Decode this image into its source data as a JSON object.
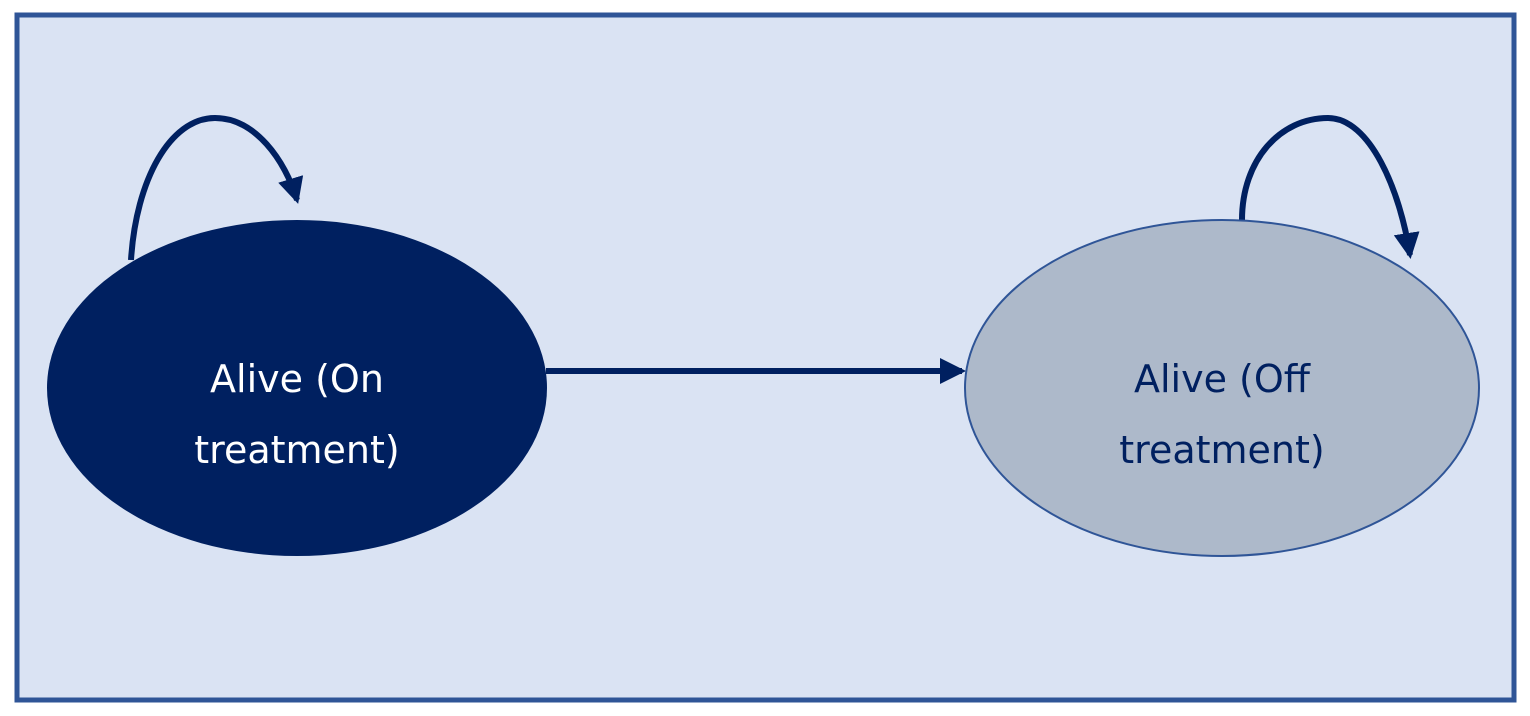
{
  "diagram": {
    "type": "state-transition",
    "colors": {
      "background": "#dae3f3",
      "frame_border": "#2f5597",
      "arrow": "#002060",
      "node_on_fill": "#002060",
      "node_on_text": "#ffffff",
      "node_off_fill": "#adb9ca",
      "node_off_stroke": "#2f5597",
      "node_off_text": "#002060"
    },
    "nodes": [
      {
        "id": "on",
        "line1": "Alive (On",
        "line2": "treatment)"
      },
      {
        "id": "off",
        "line1": "Alive (Off",
        "line2": "treatment)"
      }
    ],
    "edges": [
      {
        "from": "on",
        "to": "on",
        "kind": "self-loop"
      },
      {
        "from": "on",
        "to": "off",
        "kind": "transition"
      },
      {
        "from": "off",
        "to": "off",
        "kind": "self-loop"
      }
    ]
  }
}
